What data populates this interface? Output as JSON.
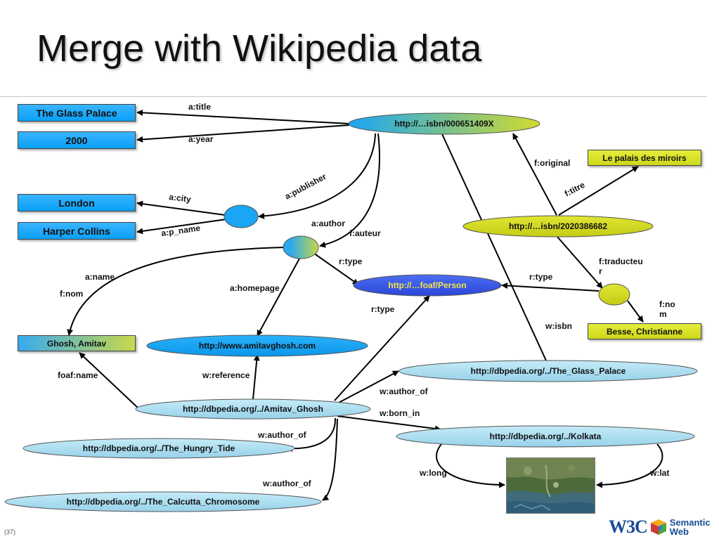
{
  "slide": {
    "title": "Merge with Wikipedia data",
    "page_number": "(37)"
  },
  "nodes": {
    "glass_palace": "The Glass Palace",
    "year_2000": "2000",
    "london": "London",
    "harper_collins": "Harper Collins",
    "isbn_000651409x": "http://…isbn/000651409X",
    "le_palais": "Le palais des miroirs",
    "isbn_2020386682": "http://…isbn/2020386682",
    "foaf_person": "http://…foaf/Person",
    "ghosh_amitav": "Ghosh, Amitav",
    "amitavghosh_com": "http://www.amitavghosh.com",
    "besse": "Besse, Christianne",
    "dbp_glass_palace": "http://dbpedia.org/../The_Glass_Palace",
    "dbp_amitav": "http://dbpedia.org/../Amitav_Ghosh",
    "dbp_kolkata": "http://dbpedia.org/../Kolkata",
    "dbp_hungry_tide": "http://dbpedia.org/../The_Hungry_Tide",
    "dbp_calcutta": "http://dbpedia.org/../The_Calcutta_Chromosome"
  },
  "edges": {
    "a_title": "a:title",
    "a_year": "a:year",
    "a_city": "a:city",
    "a_p_name": "a:p_name",
    "a_publisher": "a:publisher",
    "a_author": "a:author",
    "f_auteur": "f:auteur",
    "f_original": "f:original",
    "f_titre": "f:titre",
    "r_type_author": "r:type",
    "a_name": "a:name",
    "f_nom_left": "f:nom",
    "a_homepage": "a:homepage",
    "r_type_dbp": "r:type",
    "r_type_translator": "r:type",
    "f_traducteur_1": "f:traducteu",
    "f_traducteur_2": "r",
    "f_nom_right_1": "f:no",
    "f_nom_right_2": "m",
    "w_isbn": "w:isbn",
    "foaf_name": "foaf:name",
    "w_reference": "w:reference",
    "w_author_of_glass": "w:author_of",
    "w_born_in": "w:born_in",
    "w_author_of_tide": "w:author_of",
    "w_author_of_calcutta": "w:author_of",
    "w_long": "w:long",
    "w_lat": "w:lat"
  },
  "logo": {
    "w3c": "W3C",
    "sw_line1": "Semantic",
    "sw_line2": "Web"
  },
  "colors": {
    "blue_box": "#1aa8f8",
    "yellow": "#d4dc22",
    "light_blue_ellipse": "#a8dcef",
    "person_ellipse": "#3a58e8",
    "homepage_ellipse": "#18a4f4",
    "w3c_blue": "#1a4c94"
  },
  "icons": [
    "kolkata-satellite-map",
    "semantic-web-cube-icon"
  ]
}
